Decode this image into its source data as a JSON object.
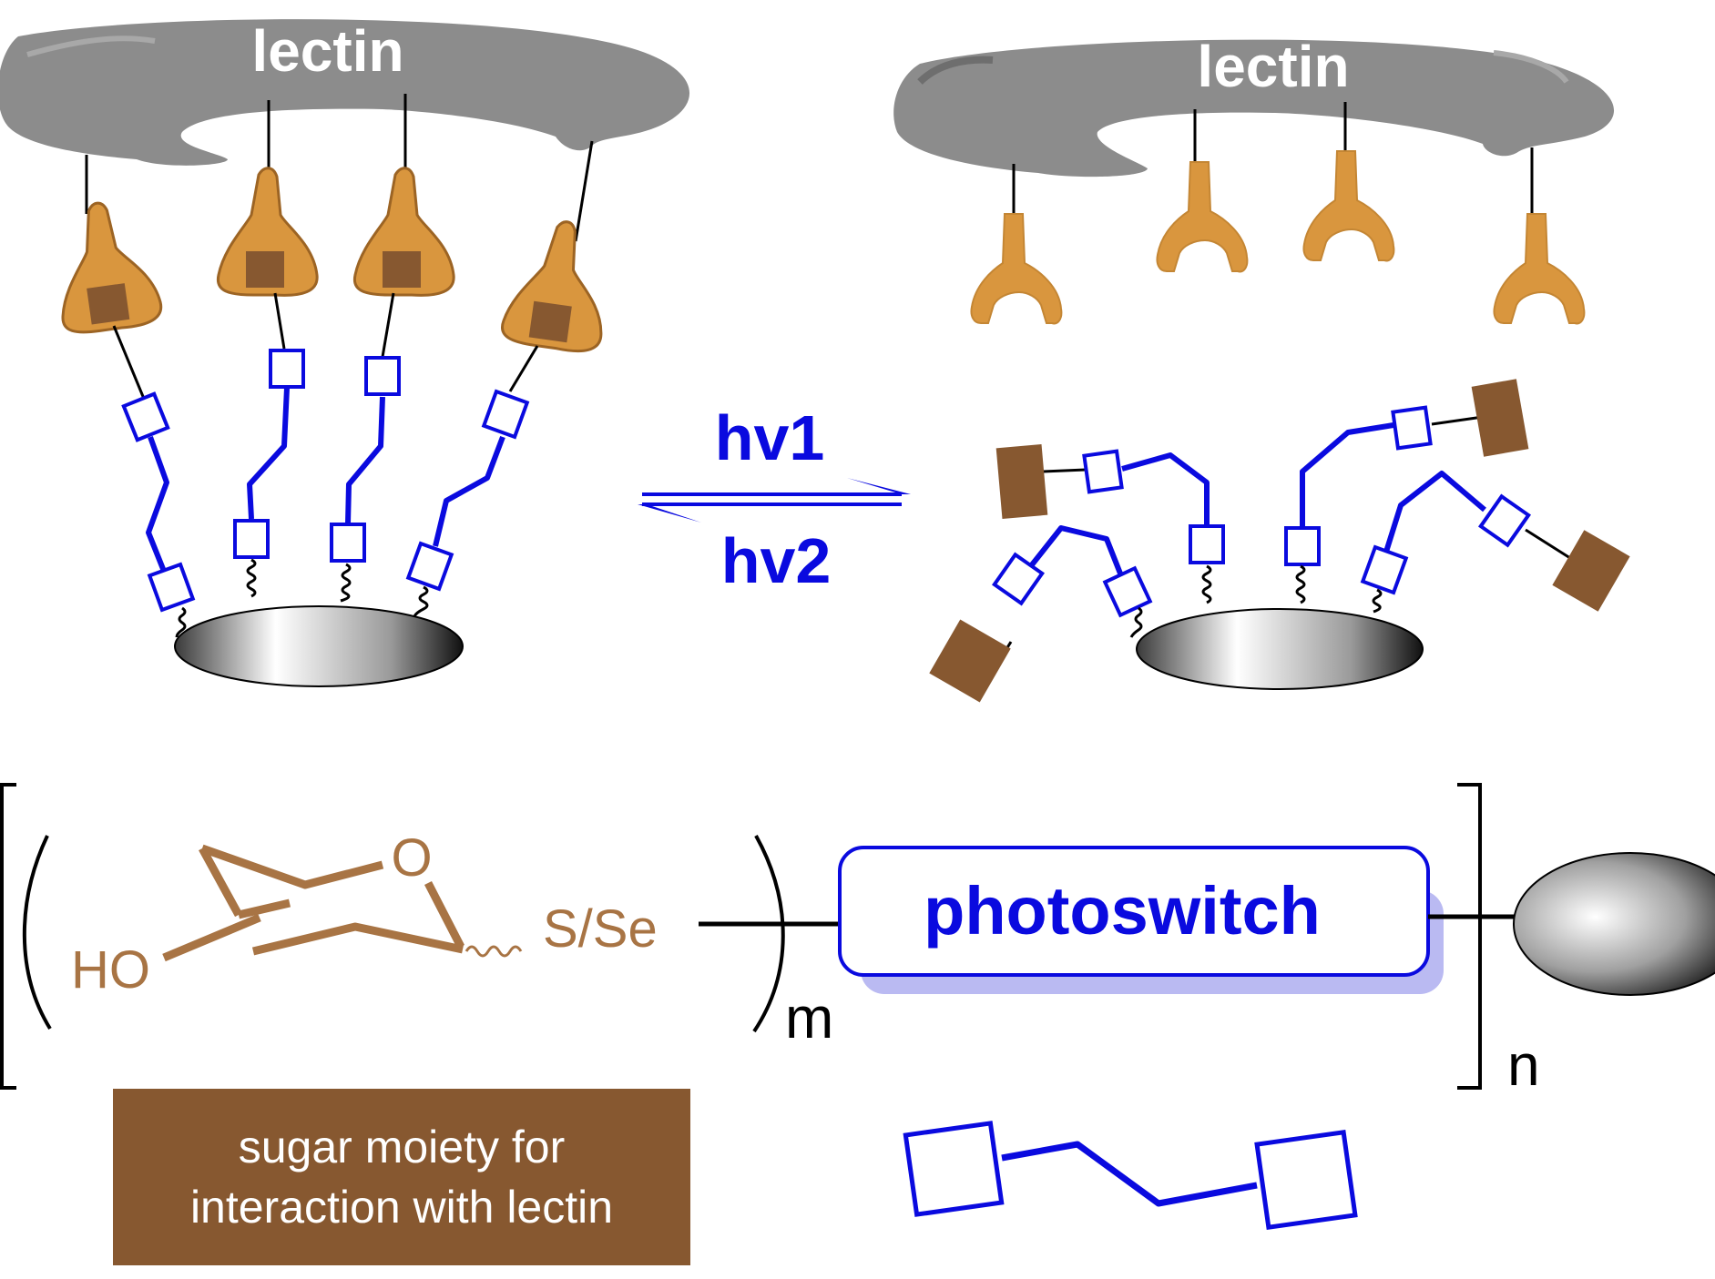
{
  "left_panel": {
    "lectin_label": "lectin"
  },
  "right_panel": {
    "lectin_label": "lectin"
  },
  "equilibrium": {
    "forward_label": "hv1",
    "reverse_label": "hv2"
  },
  "formula": {
    "hydroxyl_label": "HO",
    "ring_oxygen_label": "O",
    "linker_label": "S/Se",
    "repeat_m": "m",
    "repeat_n": "n",
    "photoswitch_label": "photoswitch"
  },
  "legend": {
    "sugar_line1": "sugar moiety for",
    "sugar_line2": "interaction with lectin"
  },
  "colors": {
    "lectin": "#8c8c8c",
    "receptor": "#d9963e",
    "sugar": "#875830",
    "switch": "#0a0adf"
  }
}
